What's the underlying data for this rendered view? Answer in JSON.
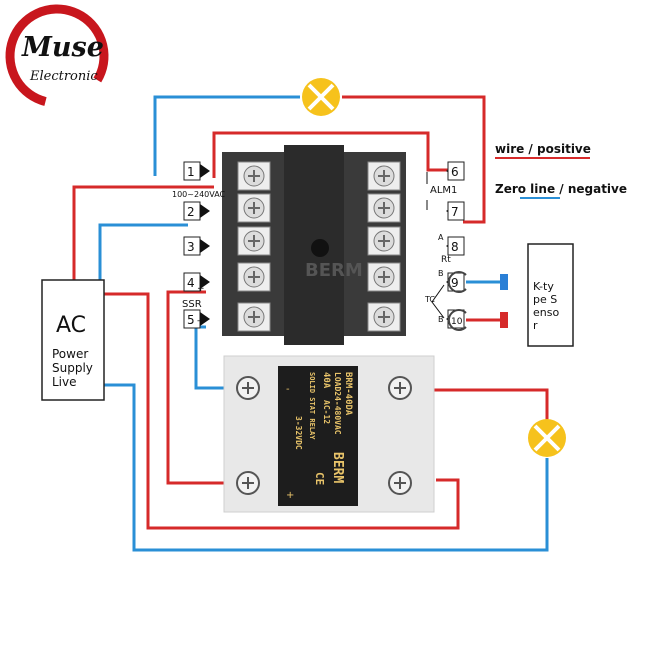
{
  "logo": {
    "brand": "Muse",
    "tagline": "Electronic"
  },
  "legend": {
    "positive": {
      "label": "wire / positive",
      "color": "#d62a2a"
    },
    "negative": {
      "label": "Zero line / negative",
      "color": "#2a8fd6"
    }
  },
  "ac_box": {
    "title": "AC",
    "line1": "Power",
    "line2": "Supply",
    "line3": "Live"
  },
  "controller": {
    "brand": "BERM",
    "terminals_left": [
      "1",
      "2",
      "3",
      "4",
      "5"
    ],
    "terminals_right": [
      "6",
      "7",
      "8",
      "9",
      "10"
    ],
    "power_label": "100~240VAC",
    "alarm_label": "ALM1",
    "ssr_label": "SSR",
    "rt_label": "Rt",
    "tc_label": "TC",
    "plus": "+",
    "minus": "-",
    "a": "A",
    "b": "B"
  },
  "sensor": {
    "l1": "K-ty",
    "l2": "pe S",
    "l3": "enso",
    "l4": "r"
  },
  "relay": {
    "model": "BRM-40DA",
    "load": "LOAD24-480VAC",
    "current": "40A",
    "ac": "AC-12",
    "type": "SOLID STAT RELAY",
    "input": "3-32VDC",
    "brand": "BERM",
    "ce": "CE",
    "minus": "-",
    "plus": "+"
  },
  "colors": {
    "red": "#d62a2a",
    "blue": "#2a8fd6",
    "lamp": "#f6c21c"
  }
}
